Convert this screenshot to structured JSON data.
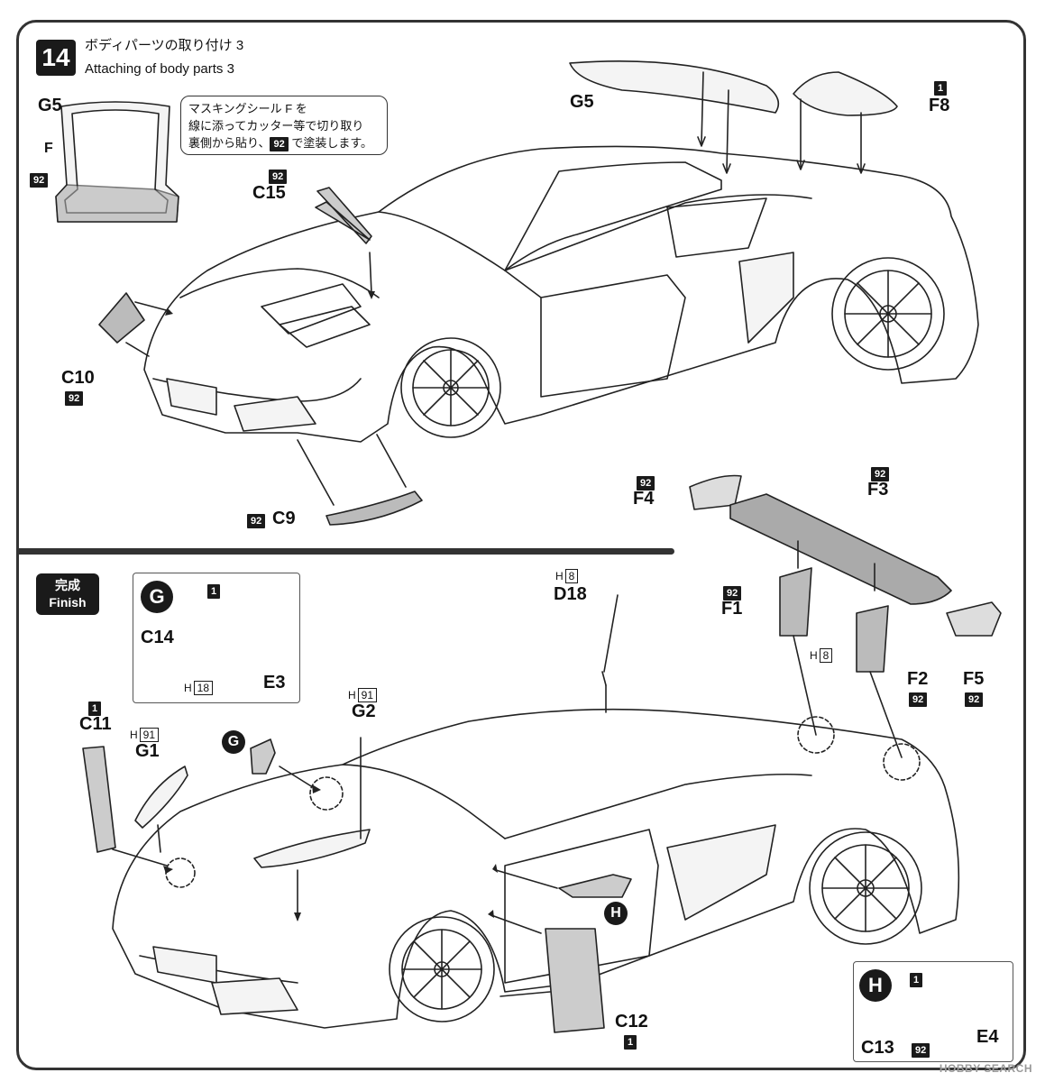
{
  "step": {
    "number": "14",
    "title_jp": "ボディパーツの取り付け 3",
    "title_en": "Attaching of body parts 3"
  },
  "note": {
    "line1": "マスキングシール F を",
    "line2": "線に添ってカッター等で切り取り",
    "line3_pre": "裏側から貼り、",
    "line3_badge": "92",
    "line3_post": " で塗装します。"
  },
  "finish": {
    "jp": "完成",
    "en": "Finish"
  },
  "top_parts": {
    "g5_left": "G5",
    "f_mask": "F",
    "g5_left_paint": "92",
    "g5_top": "G5",
    "f8": "F8",
    "f8_paint": "1",
    "c15": "C15",
    "c15_paint": "92",
    "c10": "C10",
    "c10_paint": "92",
    "c9": "C9",
    "c9_paint": "92",
    "f4": "F4",
    "f4_paint": "92",
    "f3": "F3",
    "f3_paint": "92"
  },
  "bottom_parts": {
    "d18": "D18",
    "d18_h": "H",
    "d18_code": "8",
    "f1": "F1",
    "f1_paint": "92",
    "f1f2_h": "H",
    "f1f2_code": "8",
    "f2": "F2",
    "f2_paint": "92",
    "f5": "F5",
    "f5_paint": "92",
    "c11": "C11",
    "c11_paint": "1",
    "g1": "G1",
    "g1_h": "H",
    "g1_code": "91",
    "g2": "G2",
    "g2_h": "H",
    "g2_code": "91",
    "c12": "C12",
    "c12_paint": "1",
    "g_marker": "G",
    "h_marker": "H"
  },
  "subassembly_g": {
    "marker": "G",
    "c14": "C14",
    "c14_paint": "1",
    "e3": "E3",
    "h_prefix": "H",
    "h_code": "18"
  },
  "subassembly_h": {
    "marker": "H",
    "paint_top": "1",
    "e4": "E4",
    "c13": "C13",
    "c13_paint": "92"
  },
  "watermark": "HOBBY SEARCH"
}
